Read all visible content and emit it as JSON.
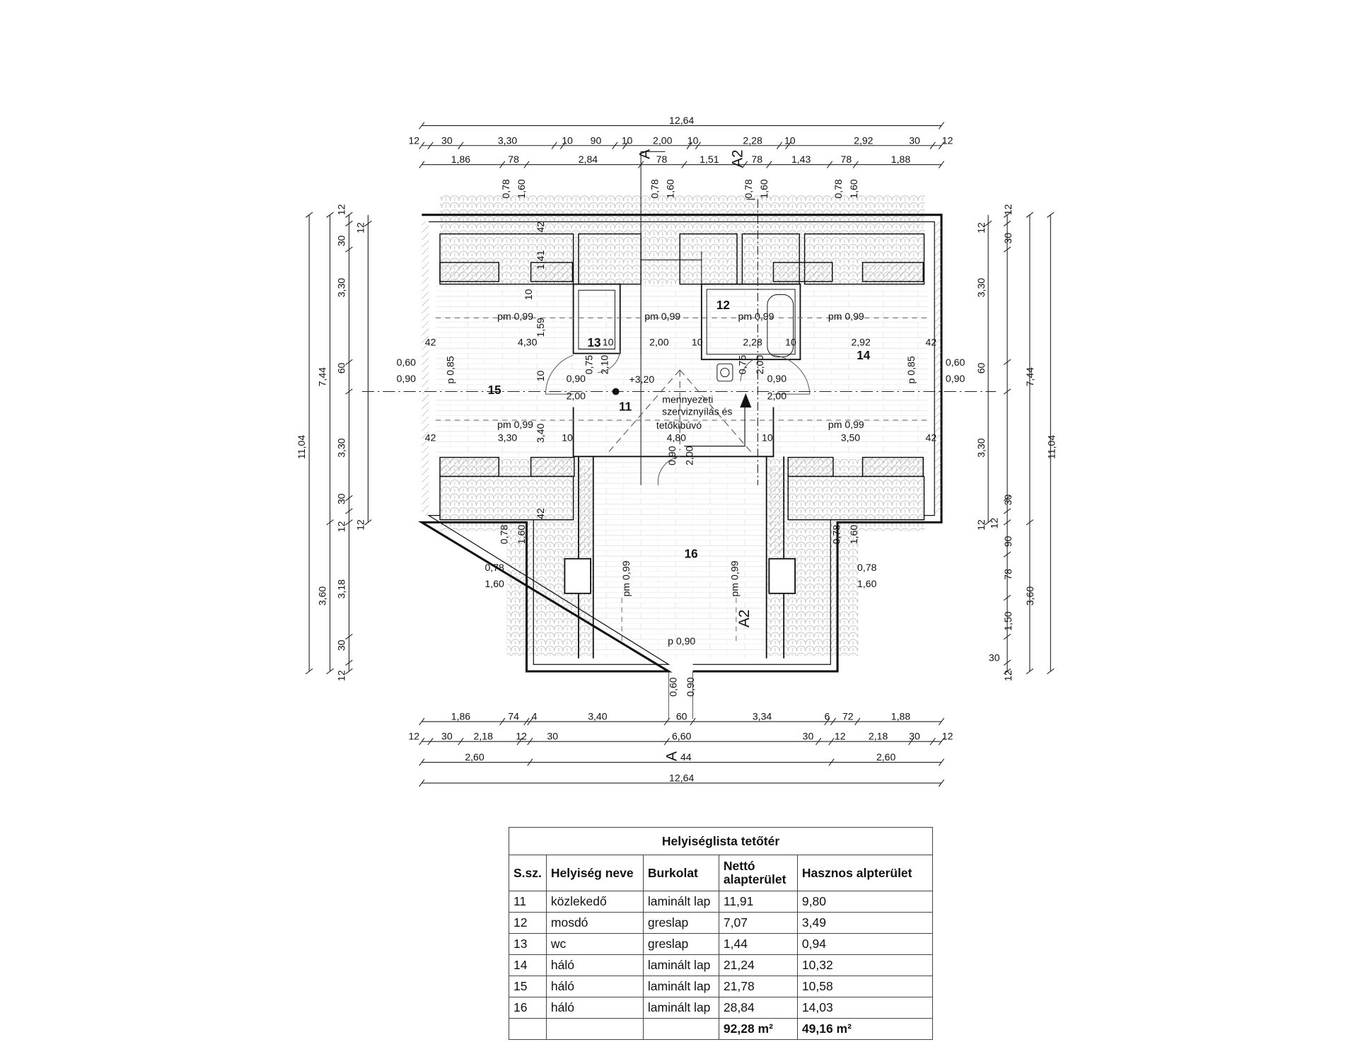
{
  "plan": {
    "dims_top": {
      "total": "12,64",
      "chain1": [
        "12",
        "30",
        "3,30",
        "10",
        "90",
        "10",
        "2,00",
        "10",
        "2,28",
        "10",
        "2,92",
        "30",
        "12"
      ],
      "chain2": [
        "1,86",
        "78",
        "2,84",
        "78",
        "1,51",
        "78",
        "1,43",
        "78",
        "1,88"
      ]
    },
    "dims_bottom": {
      "chain1": [
        "1,86",
        "74",
        "4",
        "3,40",
        "60",
        "3,34",
        "6",
        "72",
        "1,88"
      ],
      "chain2": [
        "12",
        "30",
        "2,18",
        "12",
        "30",
        "6,60",
        "30",
        "12",
        "2,18",
        "30",
        "12"
      ],
      "chain3": [
        "2,60",
        "44",
        "2,60"
      ],
      "total": "12,64"
    },
    "dims_left": {
      "total": "11,04",
      "mid": [
        "7,44",
        "3,60"
      ],
      "chain": [
        "12",
        "30",
        "3,30",
        "60",
        "3,30",
        "30",
        "12",
        "3,18",
        "30",
        "12"
      ],
      "inner": [
        "12",
        "12"
      ]
    },
    "dims_right": {
      "total": "11,04",
      "mid": [
        "7,44",
        "3,60"
      ],
      "chain": [
        "12",
        "30",
        "3,30",
        "60",
        "3,30",
        "30",
        "12",
        "90",
        "78",
        "1,50",
        "30",
        "12"
      ],
      "inner": [
        "12",
        "12"
      ]
    },
    "rooms": {
      "r11": "11",
      "r12": "12",
      "r13": "13",
      "r14": "14",
      "r15": "15",
      "r16": "16"
    },
    "level": "+3,20",
    "note": [
      "mennyezeti",
      "szerviznyílás és",
      "tetőkibúvó"
    ],
    "section_marks": [
      "A",
      "A2",
      "A2",
      "A"
    ],
    "pm": "pm 0,99",
    "window_dims": [
      "0,78",
      "1,60"
    ],
    "inner_dims": {
      "row1": [
        "42",
        "4,30",
        "10",
        "2,00",
        "10",
        "2,28",
        "10",
        "2,92",
        "42"
      ],
      "row2": [
        "42",
        "3,30",
        "10",
        "4,80",
        "10",
        "3,50",
        "42"
      ],
      "doors": [
        "0,90",
        "2,00",
        "0,90",
        "2,00"
      ],
      "side": [
        "0,60",
        "0,90",
        "0,60",
        "0,90"
      ],
      "vert": [
        "42",
        "1,41",
        "10",
        "1,59",
        "0,75",
        "2,10",
        "p 0,85",
        "p 0,85",
        "0,75",
        "2,00",
        "3,40",
        "0,90",
        "2,00",
        "42",
        "10",
        "0,60",
        "0,90"
      ],
      "bottom": "p 0,90"
    }
  },
  "table": {
    "title": "Helyiséglista tetőtér",
    "headers": [
      "S.sz.",
      "Helyiség neve",
      "Burkolat",
      "Nettó alapterület",
      "Hasznos alpterület"
    ],
    "rows": [
      [
        "11",
        "közlekedő",
        "laminált lap",
        "11,91",
        "9,80"
      ],
      [
        "12",
        "mosdó",
        "greslap",
        "7,07",
        "3,49"
      ],
      [
        "13",
        "wc",
        "greslap",
        "1,44",
        "0,94"
      ],
      [
        "14",
        "háló",
        "laminált lap",
        "21,24",
        "10,32"
      ],
      [
        "15",
        "háló",
        "laminált lap",
        "21,78",
        "10,58"
      ],
      [
        "16",
        "háló",
        "laminált lap",
        "28,84",
        "14,03"
      ]
    ],
    "totals": [
      "",
      "",
      "",
      "92,28 m²",
      "49,16 m²"
    ]
  }
}
